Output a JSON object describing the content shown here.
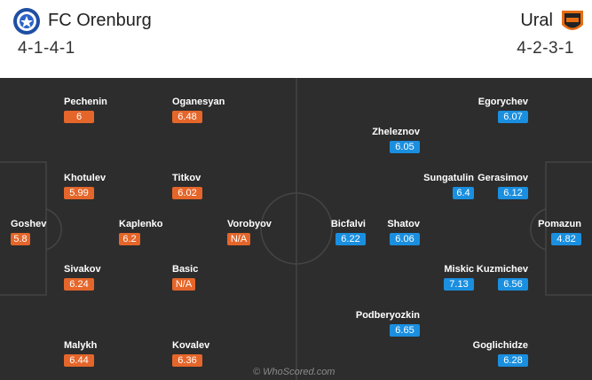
{
  "home": {
    "name": "FC Orenburg",
    "formation": "4-1-4-1",
    "color": "#e5662a",
    "crest_icon": "orenburg-crest-icon",
    "players": [
      {
        "name": "Pechenin",
        "rating": "6"
      },
      {
        "name": "Oganesyan",
        "rating": "6.48"
      },
      {
        "name": "Khotulev",
        "rating": "5.99"
      },
      {
        "name": "Titkov",
        "rating": "6.02"
      },
      {
        "name": "Goshev",
        "rating": "5.8"
      },
      {
        "name": "Kaplenko",
        "rating": "6.2"
      },
      {
        "name": "Vorobyov",
        "rating": "N/A"
      },
      {
        "name": "Sivakov",
        "rating": "6.24"
      },
      {
        "name": "Basic",
        "rating": "N/A"
      },
      {
        "name": "Malykh",
        "rating": "6.44"
      },
      {
        "name": "Kovalev",
        "rating": "6.36"
      }
    ]
  },
  "away": {
    "name": "Ural",
    "formation": "4-2-3-1",
    "color": "#1a8fe0",
    "crest_icon": "ural-crest-icon",
    "players": [
      {
        "name": "Egorychev",
        "rating": "6.07"
      },
      {
        "name": "Zheleznov",
        "rating": "6.05"
      },
      {
        "name": "Sungatulin",
        "rating": "6.4"
      },
      {
        "name": "Gerasimov",
        "rating": "6.12"
      },
      {
        "name": "Bicfalvi",
        "rating": "6.22"
      },
      {
        "name": "Shatov",
        "rating": "6.06"
      },
      {
        "name": "Pomazun",
        "rating": "4.82"
      },
      {
        "name": "Miskic",
        "rating": "7.13"
      },
      {
        "name": "Kuzmichev",
        "rating": "6.56"
      },
      {
        "name": "Podberyozkin",
        "rating": "6.65"
      },
      {
        "name": "Goglichidze",
        "rating": "6.28"
      }
    ]
  },
  "pitch_color": "#2d2d2d",
  "watermark": "© WhoScored.com"
}
